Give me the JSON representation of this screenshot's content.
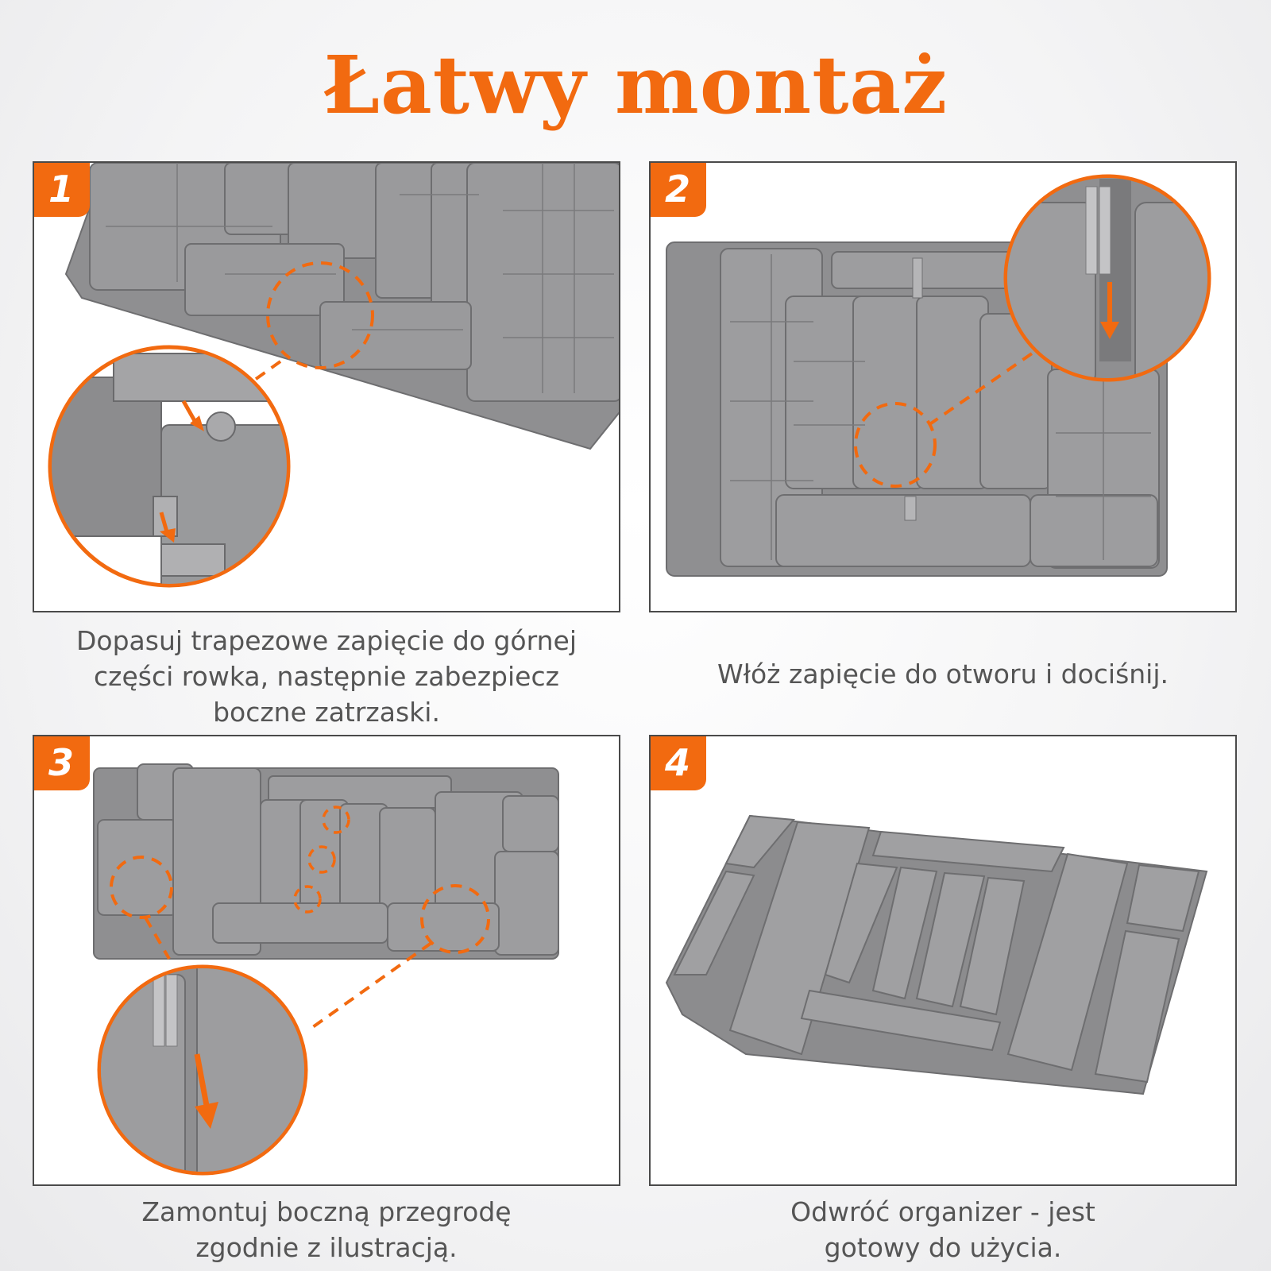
{
  "title": "Łatwy montaż",
  "accent_color": "#f26a10",
  "steps": [
    {
      "number": "1",
      "caption_lines": [
        "Dopasuj trapezowe zapięcie do górnej",
        "części rowka, następnie zabezpiecz",
        "boczne zatrzaski."
      ]
    },
    {
      "number": "2",
      "caption_lines": [
        "Włóż zapięcie do otworu i dociśnij."
      ]
    },
    {
      "number": "3",
      "caption_lines": [
        "Zamontuj boczną przegrodę",
        "zgodnie z ilustracją."
      ]
    },
    {
      "number": "4",
      "caption_lines": [
        "Odwróć organizer - jest",
        "gotowy do użycia."
      ]
    }
  ]
}
